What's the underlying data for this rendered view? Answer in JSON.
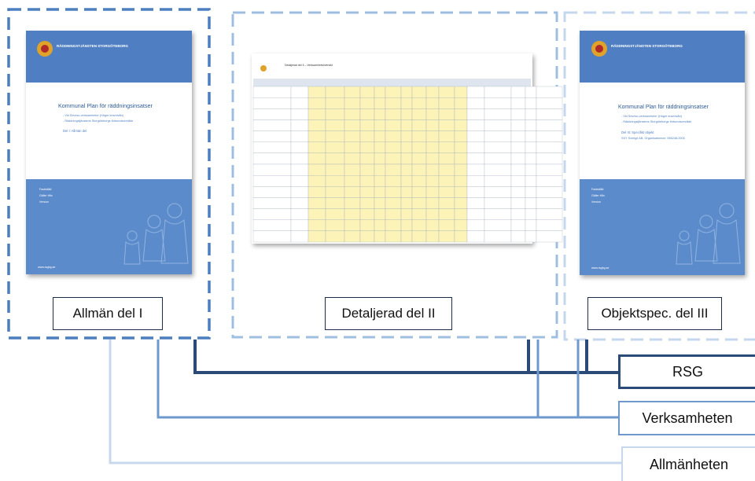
{
  "documents": [
    {
      "label": "Allmän del I",
      "cover": {
        "org": "RÄDDNINGSTJÄNSTEN STORGÖTEBORG",
        "title": "Kommunal Plan för räddningsinsatser",
        "sub1": "- Vid Seveso-verksamheter (Högre kravnivån)",
        "sub2": "- Räddningstjänstens Storgöteborgs förbundsområde",
        "part": "Del I: Allmän del",
        "meta": [
          "Fastställd",
          "Gäller från",
          "Version"
        ],
        "footer": "www.rsgbg.se"
      }
    },
    {
      "label": "Detaljerad del II",
      "table_title": "Detaljerad del II – Verksamhetsöversikt"
    },
    {
      "label": "Objektspec. del III",
      "cover": {
        "org": "RÄDDNINGSTJÄNSTEN STORGÖTEBORG",
        "title": "Kommunal Plan för räddningsinsatser",
        "sub1": "- Vid Seveso-verksamheter (Högre kravnivån)",
        "sub2": "- Räddningstjänstens Storgöteborgs förbundsområde",
        "part": "Del III: Specifikt objekt",
        "part2": "SSY Sverige AB, Organisationsnr: 556248-0005",
        "meta": [
          "Fastställd",
          "Gäller från",
          "Version"
        ],
        "footer": "www.rsgbg.se"
      }
    }
  ],
  "audiences": [
    {
      "label": "RSG",
      "color": "#2a4a78"
    },
    {
      "label": "Verksamheten",
      "color": "#6f99cc"
    },
    {
      "label": "Allmänheten",
      "color": "#c8d8ec"
    }
  ],
  "colors": {
    "frame1": "#4c7fc0",
    "frame2": "#9fbfe0",
    "frame3": "#c5d7ec",
    "cover_blue": "#4f7fc2",
    "table_yellow": "#fbf3b8"
  }
}
